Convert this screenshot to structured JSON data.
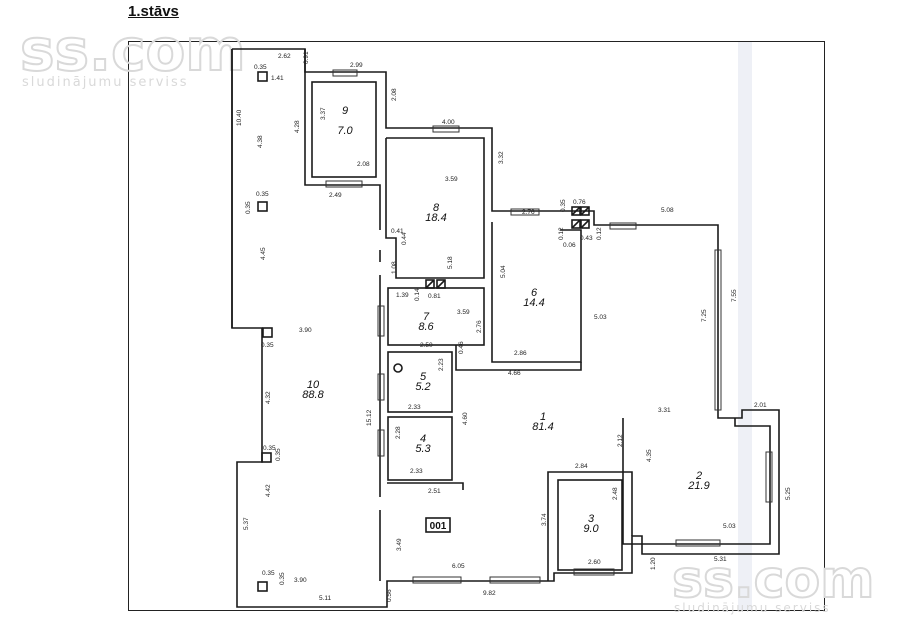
{
  "title": "1.stāvs",
  "watermark": {
    "brand": "ss.com",
    "tagline": "sludinājumu serviss"
  },
  "colors": {
    "wall": "#1a1a1a",
    "watermark": "#d9d9d9",
    "window": "#333333"
  },
  "rooms": [
    {
      "number": "1",
      "area": "81.4"
    },
    {
      "number": "2",
      "area": "21.9"
    },
    {
      "number": "3",
      "area": "9.0"
    },
    {
      "number": "4",
      "area": "5.3"
    },
    {
      "number": "5",
      "area": "5.2"
    },
    {
      "number": "6",
      "area": "14.4"
    },
    {
      "number": "7",
      "area": "8.6"
    },
    {
      "number": "8",
      "area": "18.4"
    },
    {
      "number": "9",
      "area": "7.0"
    },
    {
      "number": "10",
      "area": "88.8"
    }
  ],
  "box_label": "001",
  "dimensions": {
    "d262": "2.62",
    "d035a": "0.35",
    "d141": "1.41",
    "d091": "0.91",
    "d299": "2.99",
    "d1040": "10.40",
    "d438": "4.38",
    "d428": "4.28",
    "d337": "3.37",
    "d208a": "2.08",
    "d208b": "2.08",
    "d249": "2.49",
    "d400": "4.00",
    "d332": "3.32",
    "d359a": "3.59",
    "d035b": "0.35",
    "d035c": "0.35",
    "d041": "0.41",
    "d044": "0.44",
    "d276a": "2.76",
    "d035d": "0.35",
    "d076": "0.76",
    "d012a": "0.12",
    "d006": "0.06",
    "d043": "0.43",
    "d012b": "0.12",
    "d508": "5.08",
    "d445": "4.45",
    "d108": "1.08",
    "d518": "5.18",
    "d504": "5.04",
    "d755": "7.55",
    "d139": "1.39",
    "d014": "0.14",
    "d081": "0.81",
    "d359b": "3.59",
    "d276b": "2.76",
    "d503a": "5.03",
    "d725": "7.25",
    "d390a": "3.90",
    "d035e": "0.35",
    "d250": "2.50",
    "d046": "0.46",
    "d286": "2.86",
    "d223": "2.23",
    "d466": "4.66",
    "d432": "4.32",
    "d1512": "15.12",
    "d233a": "2.33",
    "d460": "4.60",
    "d331": "3.31",
    "d201": "2.01",
    "d228": "2.28",
    "d212": "2.12",
    "d035f": "0.35",
    "d035g": "0.35",
    "d435": "4.35",
    "d233b": "2.33",
    "d284": "2.84",
    "d442": "4.42",
    "d251": "2.51",
    "d248": "2.48",
    "d525": "5.25",
    "d374": "3.74",
    "d537": "5.37",
    "d349": "3.49",
    "d503b": "5.03",
    "d531": "5.31",
    "d605": "6.05",
    "d260": "2.60",
    "d120": "1.20",
    "d035h": "0.35",
    "d035i": "0.35",
    "d390b": "3.90",
    "d511": "5.11",
    "d056": "0.56",
    "d982": "9.82"
  }
}
